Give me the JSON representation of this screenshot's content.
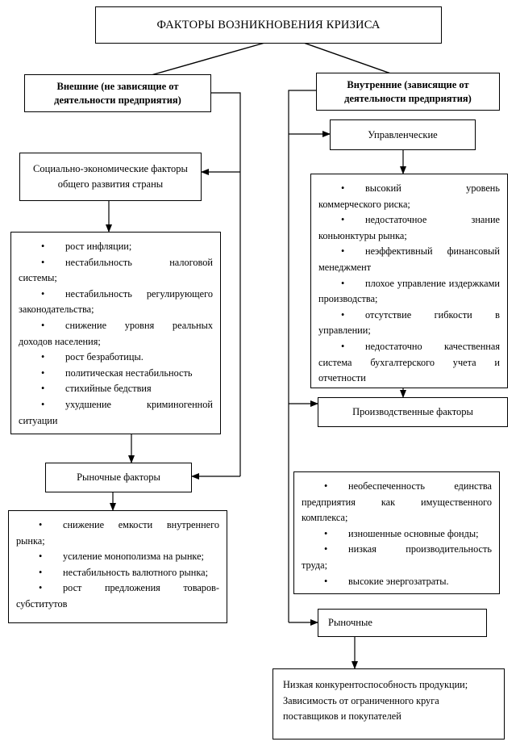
{
  "diagram": {
    "title_box": {
      "label": "ФАКТОРЫ ВОЗНИКНОВЕНИЯ КРИЗИСА"
    },
    "external_box": {
      "label": "Внешние (не зависящие от деятельности предприятия)"
    },
    "internal_box": {
      "label": "Внутренние (зависящие от деятельности предприятия)"
    },
    "socio_economic_box": {
      "label": "Социально-экономические факторы общего развития страны"
    },
    "socio_economic_list": {
      "items": [
        "рост инфляции;",
        "нестабильность налоговой системы;",
        "нестабильность регулирующего законодательства;",
        "снижение уровня реальных доходов населения;",
        "рост безработицы.",
        "политическая нестабильность",
        "стихийные бедствия",
        "ухудшение криминогенной ситуации"
      ]
    },
    "market_factors_box": {
      "label": "Рыночные факторы"
    },
    "market_factors_list": {
      "items": [
        "снижение емкости внутреннего рынка;",
        "усиление монополизма на рынке;",
        "нестабильность валютного рынка;",
        "рост предложения товаров-субститутов"
      ]
    },
    "managerial_box": {
      "label": "Управленческие"
    },
    "managerial_list": {
      "items": [
        "высокий уровень коммерческого риска;",
        "недостаточное знание коньюнктуры рынка;",
        "неэффективный финансовый менеджмент",
        "плохое управление издержками производства;",
        "отсутствие гибкости в управлении;",
        "недостаточно качественная система бухгалтерского учета и отчетности"
      ]
    },
    "production_factors_box": {
      "label": "Производственные факторы"
    },
    "production_factors_list": {
      "items": [
        "необеспеченность единства предприятия как имущественного комплекса;",
        "изношенные основные фонды;",
        "низкая производительность труда;",
        "высокие энергозатраты."
      ]
    },
    "market_box": {
      "label": "Рыночные"
    },
    "outcome_box": {
      "lines": [
        "Низкая конкурентоспособность продукции;",
        "Зависимость от ограниченного круга поставщиков и покупателей"
      ]
    },
    "colors": {
      "line": "#000000",
      "box_border": "#000000",
      "background": "#ffffff",
      "text": "#000000"
    }
  }
}
